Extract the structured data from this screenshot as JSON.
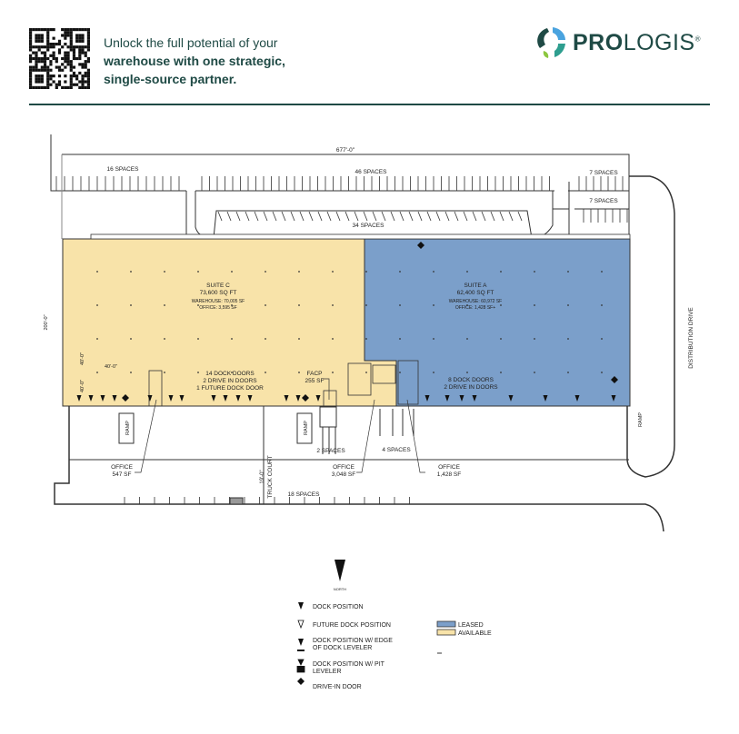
{
  "header": {
    "tagline_line1": "Unlock the full potential of your",
    "tagline_line2": "warehouse with one strategic,",
    "tagline_line3": "single-source partner.",
    "logo_bold": "PRO",
    "logo_regular": "LOGIS",
    "logo_mark": "®",
    "brand_color": "#1f4a45"
  },
  "site_plan": {
    "overall_width": "677'-0\"",
    "overall_depth": "200'-0\"",
    "parking": {
      "row_16": "16 SPACES",
      "row_46": "46 SPACES",
      "row_7a": "7 SPACES",
      "row_7b": "7 SPACES",
      "row_34": "34 SPACES",
      "row_2": "2 SPACES",
      "row_4": "4 SPACES",
      "row_18": "18 SPACES"
    },
    "suite_c": {
      "name": "SUITE C",
      "area": "73,600 SQ FT",
      "warehouse": "WAREHOUSE: 70,005 SF",
      "office": "OFFICE: 3,595 SF",
      "doors1": "14 DOCK DOORS",
      "doors2": "2 DRIVE IN DOORS",
      "doors3": "1 FUTURE DOCK DOOR",
      "status": "available"
    },
    "suite_a": {
      "name": "SUITE A",
      "area": "62,400 SQ FT",
      "warehouse": "WAREHOUSE: 60,972 SF",
      "office": "OFFICE: 1,428 SF+",
      "doors1": "8 DOCK DOORS",
      "doors2": "2 DRIVE IN DOORS",
      "status": "leased"
    },
    "facp": {
      "label": "FACP",
      "area": "255 SF"
    },
    "bay_dim": "40'-0\"",
    "bay_dim_v1": "40'-0\"",
    "bay_dim_v2": "40'-0\"",
    "truck_court_dim": "19'-0\"",
    "truck_court": "TRUCK COURT",
    "distribution_drive": "DISTRIBUTION DRIVE",
    "ramp1": "RAMP",
    "ramp2": "RAMP",
    "ramp3": "RAMP",
    "office1": {
      "label": "OFFICE",
      "area": "547 SF"
    },
    "office2": {
      "label": "OFFICE",
      "area": "3,048 SF"
    },
    "office3": {
      "label": "OFFICE",
      "area": "1,428 SF"
    },
    "colors": {
      "leased": "#7b9fca",
      "available": "#f8e3a9"
    }
  },
  "legend": {
    "north": "NORTH",
    "dock_position": "DOCK POSITION",
    "future_dock": "FUTURE DOCK POSITION",
    "edge_leveler_1": "DOCK POSITION W/ EDGE",
    "edge_leveler_2": "OF DOCK LEVELER",
    "pit_leveler_1": "DOCK POSITION W/ PIT",
    "pit_leveler_2": "LEVELER",
    "drive_in": "DRIVE-IN DOOR",
    "leased": "LEASED",
    "available": "AVAILABLE"
  }
}
